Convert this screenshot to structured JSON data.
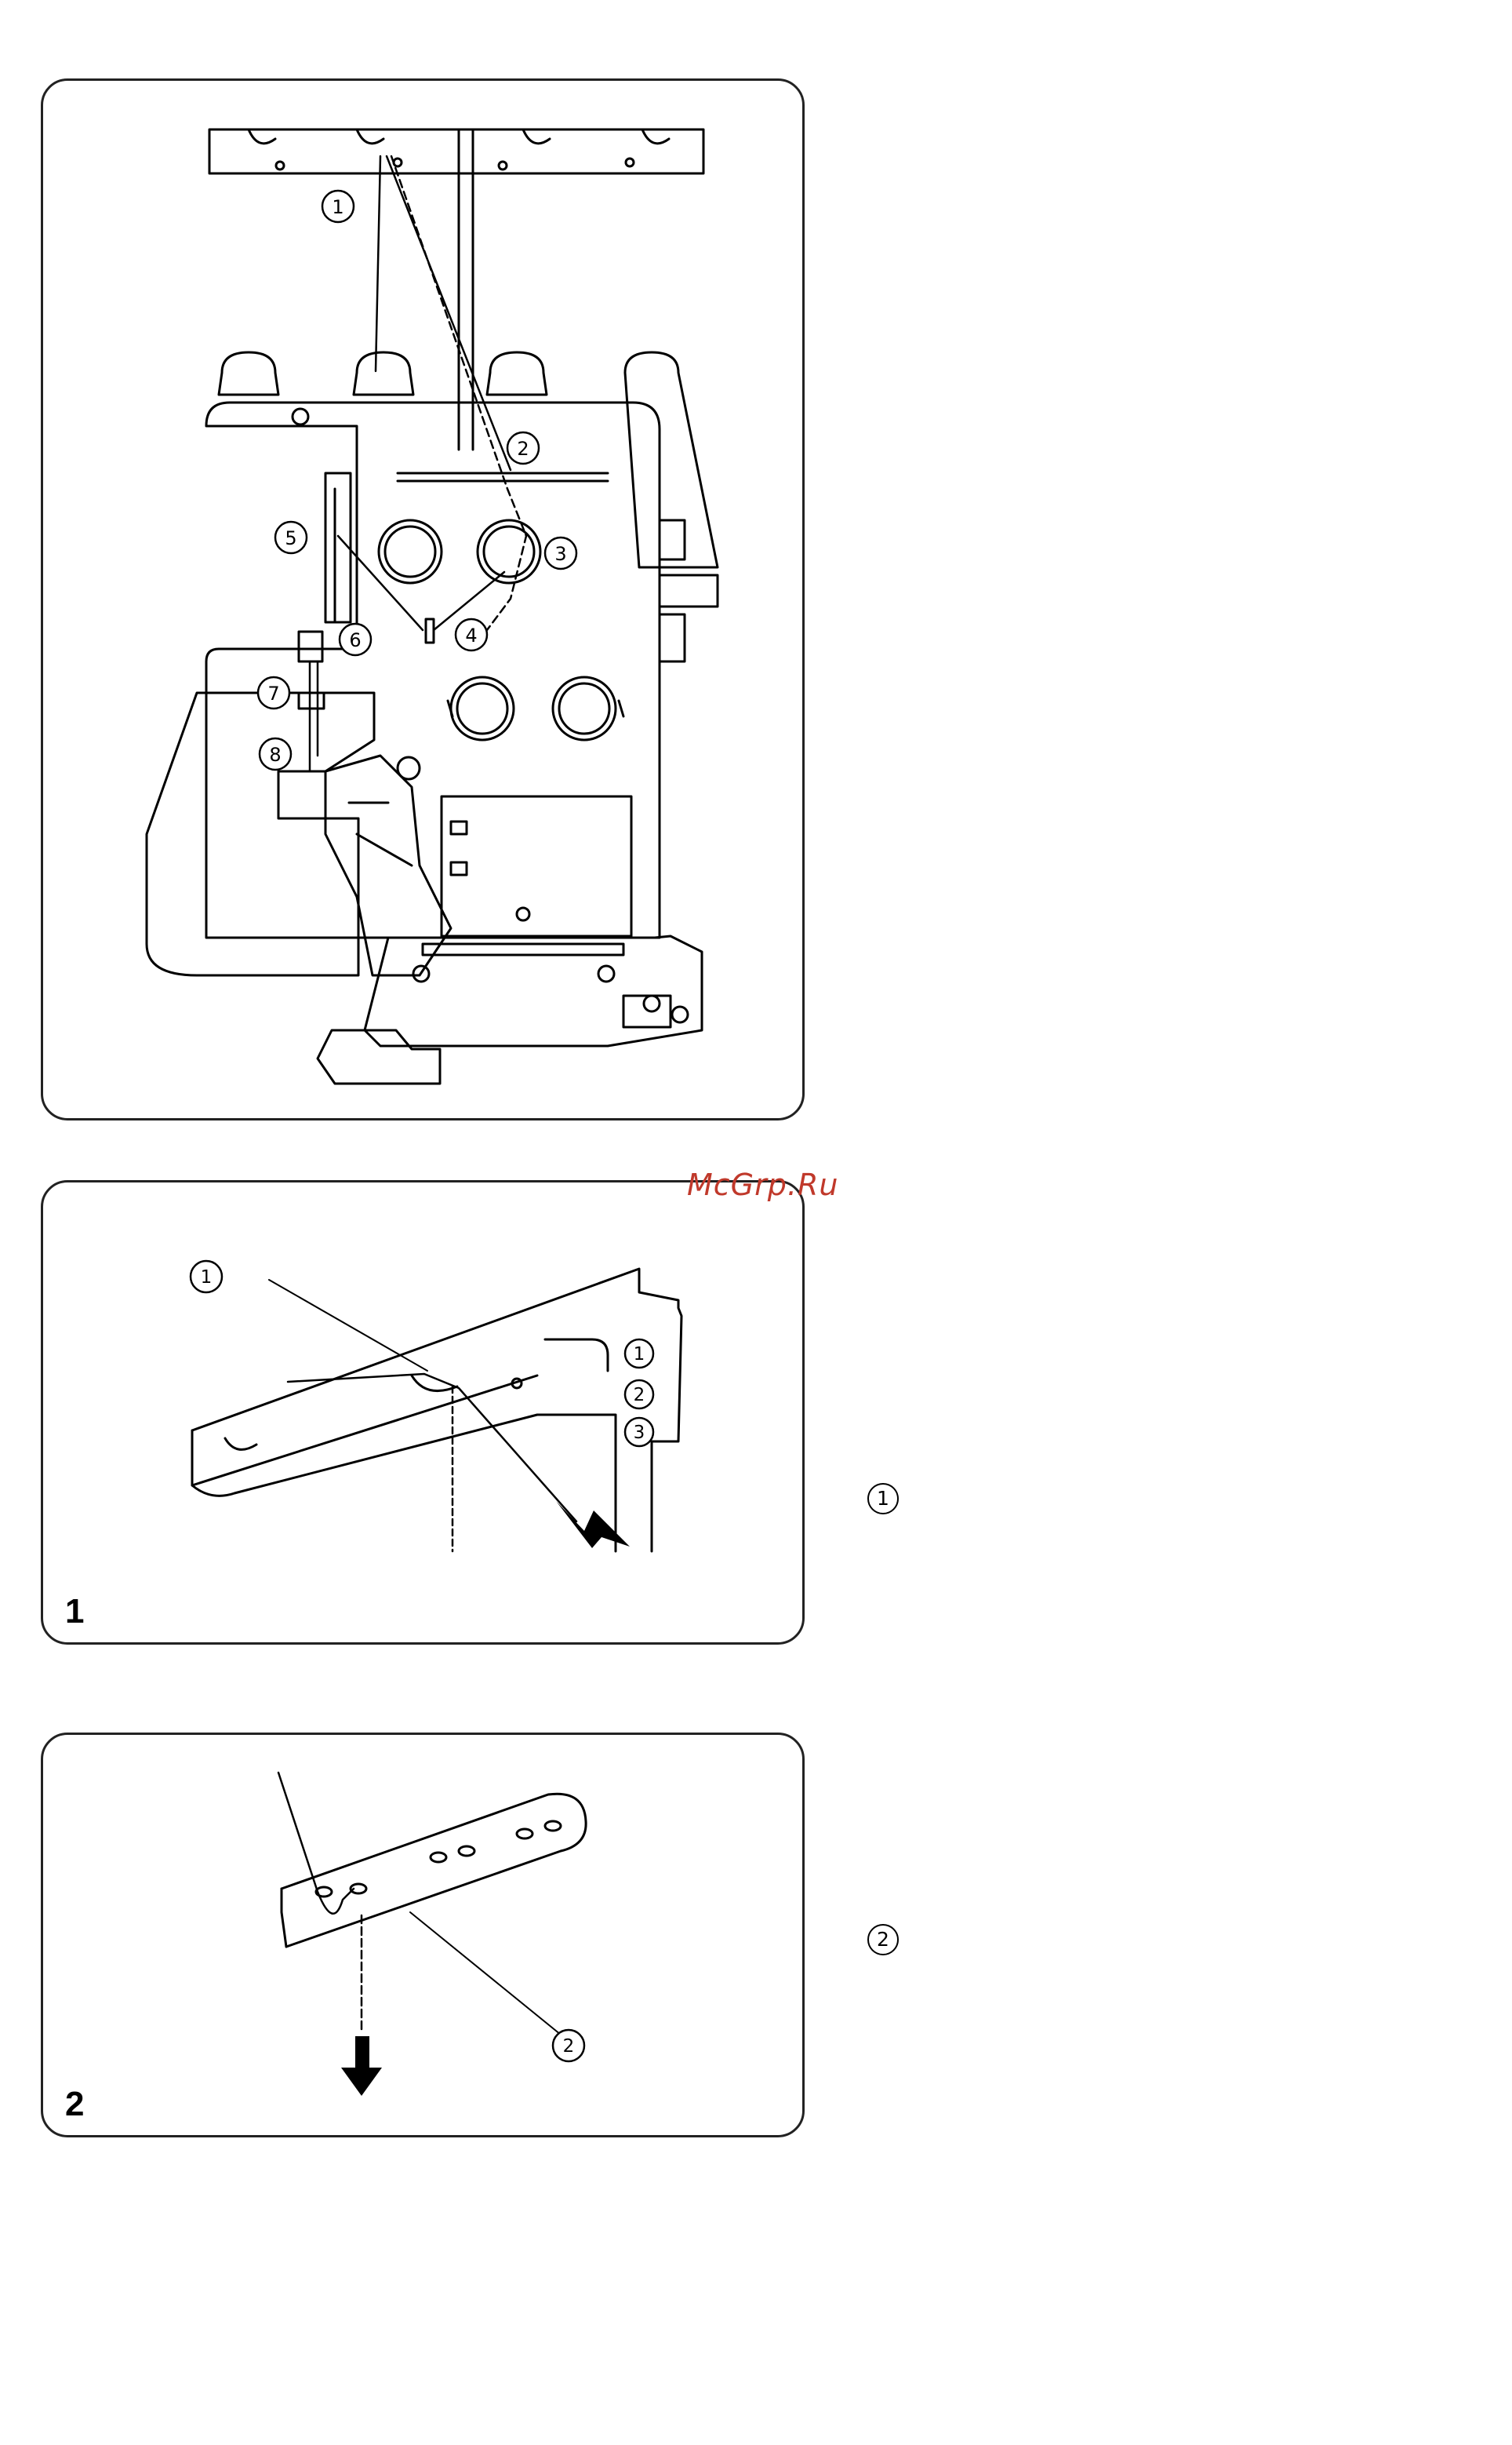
{
  "watermark": "McGrp.Ru",
  "figure_1": {
    "label": "1",
    "callouts": [
      "1",
      "1",
      "2",
      "3"
    ]
  },
  "figure_2": {
    "label": "2",
    "callouts": [
      "2"
    ]
  },
  "main_figure": {
    "callouts": [
      "1",
      "2",
      "3",
      "4",
      "5",
      "6",
      "7",
      "8"
    ]
  },
  "side_notes": {
    "step_1_marker": "1",
    "step_2_marker": "2"
  }
}
